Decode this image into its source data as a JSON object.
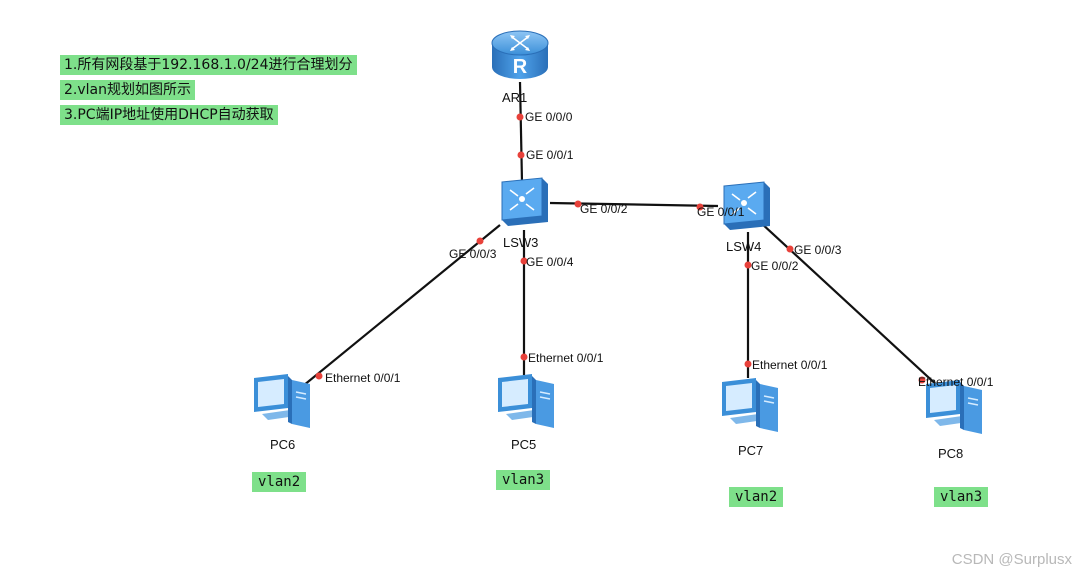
{
  "notes": [
    "1.所有网段基于192.168.1.0/24进行合理划分",
    "2.vlan规划如图所示",
    "3.PC端IP地址使用DHCP自动获取"
  ],
  "devices": {
    "ar1": {
      "name": "AR1",
      "icon": "router-icon"
    },
    "lsw3": {
      "name": "LSW3",
      "icon": "switch-icon"
    },
    "lsw4": {
      "name": "LSW4",
      "icon": "switch-icon"
    },
    "pc6": {
      "name": "PC6",
      "icon": "pc-icon",
      "vlan": "vlan2"
    },
    "pc5": {
      "name": "PC5",
      "icon": "pc-icon",
      "vlan": "vlan3"
    },
    "pc7": {
      "name": "PC7",
      "icon": "pc-icon",
      "vlan": "vlan2"
    },
    "pc8": {
      "name": "PC8",
      "icon": "pc-icon",
      "vlan": "vlan3"
    }
  },
  "links": [
    {
      "from": "ar1",
      "to": "lsw3",
      "from_port": "GE 0/0/0",
      "to_port": "GE 0/0/1"
    },
    {
      "from": "lsw3",
      "to": "lsw4",
      "from_port": "GE 0/0/2",
      "to_port": "GE 0/0/1"
    },
    {
      "from": "lsw3",
      "to": "pc6",
      "from_port": "GE 0/0/3",
      "to_port": "Ethernet 0/0/1"
    },
    {
      "from": "lsw3",
      "to": "pc5",
      "from_port": "GE 0/0/4",
      "to_port": "Ethernet 0/0/1"
    },
    {
      "from": "lsw4",
      "to": "pc7",
      "from_port": "GE 0/0/2",
      "to_port": "Ethernet 0/0/1"
    },
    {
      "from": "lsw4",
      "to": "pc8",
      "from_port": "GE 0/0/3",
      "to_port": "Ethernet 0/0/1"
    }
  ],
  "colors": {
    "note_bg": "#7ee08a",
    "link": "#111111",
    "port_dot": "#e8413a",
    "device_blue": "#3b8fd8"
  },
  "watermark": "CSDN @Surplusx"
}
